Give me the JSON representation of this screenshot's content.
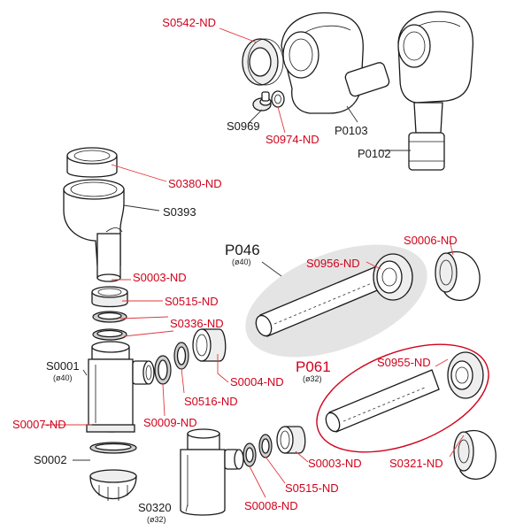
{
  "colors": {
    "red_label": "#d0021b",
    "black_label": "#1a1a1a",
    "leader_red": "#e0393e",
    "leader_black": "#333333",
    "highlight_gray": "#e4e4e4"
  },
  "labels": {
    "s0542": "S0542-ND",
    "s0969": "S0969",
    "s0974": "S0974-ND",
    "p0103": "P0103",
    "p0102": "P0102",
    "s0380": "S0380-ND",
    "s0393": "S0393",
    "s0003_top": "S0003-ND",
    "s0515_top": "S0515-ND",
    "s0336": "S0336-ND",
    "s0004": "S0004-ND",
    "s0516": "S0516-ND",
    "s0009": "S0009-ND",
    "s0001": "S0001",
    "s0001_sub": "(ø40)",
    "s0007": "S0007-ND",
    "s0002": "S0002",
    "s0320": "S0320",
    "s0320_sub": "(ø32)",
    "s0008": "S0008-ND",
    "s0515_bot": "S0515-ND",
    "s0003_bot": "S0003-ND",
    "p046": "P046",
    "p046_sub": "(ø40)",
    "s0956": "S0956-ND",
    "s0006": "S0006-ND",
    "p061": "P061",
    "p061_sub": "(ø32)",
    "s0955": "S0955-ND",
    "s0321": "S0321-ND"
  }
}
